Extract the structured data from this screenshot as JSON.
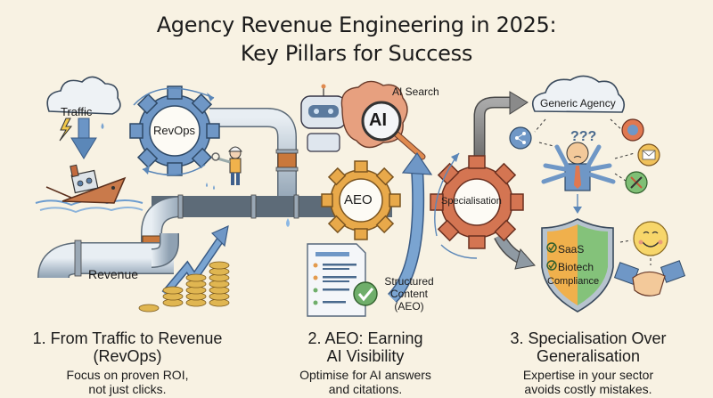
{
  "title": {
    "line1": "Agency Revenue Engineering in 2025:",
    "line2": "Key Pillars for Success"
  },
  "pillar1": {
    "cloud_label": "Traffic",
    "gear_label": "RevOps",
    "pipe_label": "Revenue",
    "heading_line1": "1. From Traffic to Revenue",
    "heading_line2": "(RevOps)",
    "sub_line1": "Focus on proven ROI,",
    "sub_line2": "not just clicks.",
    "icons": [
      "cloud-icon",
      "lightning-icon",
      "down-arrow-icon",
      "sinking-ship-icon",
      "gear-icon",
      "worker-icon",
      "pipe-icon",
      "growth-arrow-icon",
      "coin-stacks-icon"
    ]
  },
  "pillar2": {
    "search_label": "AI Search",
    "magnifier_label": "AI",
    "gear_label": "AEO",
    "doc_label_line1": "Structured",
    "doc_label_line2": "Content",
    "doc_label_line3": "(AEO)",
    "heading_line1": "2. AEO: Earning",
    "heading_line2": "AI Visibility",
    "sub_line1": "Optimise for AI answers",
    "sub_line2": "and citations.",
    "icons": [
      "robot-icon",
      "brain-icon",
      "magnifier-icon",
      "gear-icon",
      "curved-arrow-icon",
      "document-icon",
      "checkmark-icon"
    ]
  },
  "pillar3": {
    "gear_label": "Specialisation",
    "cloud_label": "Generic Agency",
    "question_marks": "???",
    "shield_items": [
      "SaaS",
      "Biotech"
    ],
    "shield_footer": "Compliance",
    "heading_line1": "3. Specialisation Over",
    "heading_line2": "Generalisation",
    "sub_line1": "Expertise in your sector",
    "sub_line2": "avoids costly mistakes.",
    "icons": [
      "gear-icon",
      "share-icon",
      "messenger-icon",
      "email-icon",
      "tools-icon",
      "confused-person-icon",
      "shield-icon",
      "smiley-icon",
      "handshake-icon"
    ]
  },
  "colors": {
    "background": "#f8f2e3",
    "blue": "#5b87b8",
    "orange_gear": "#e4a446",
    "red_gear": "#d0724f",
    "pipe": "#b9c6d2",
    "copper": "#c9783c",
    "green": "#6fae6a"
  }
}
